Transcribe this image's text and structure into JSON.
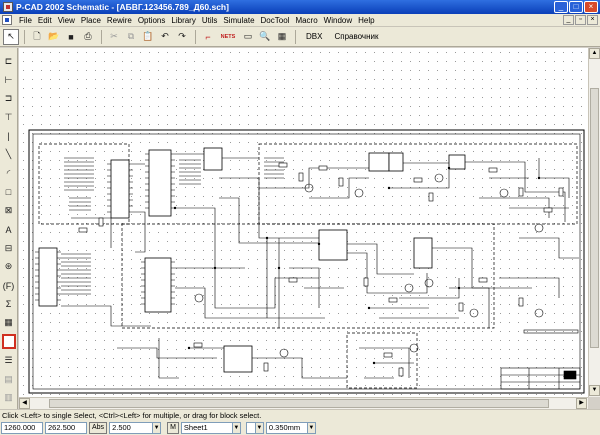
{
  "window": {
    "title": "P-CAD 2002 Schematic - [АБВГ.123456.789_Д60.sch]"
  },
  "menu": {
    "items": [
      "File",
      "Edit",
      "View",
      "Place",
      "Rewire",
      "Options",
      "Library",
      "Utils",
      "Simulate",
      "DocTool",
      "Macro",
      "Window",
      "Help"
    ]
  },
  "toolbar": {
    "dbx_label": "DBX",
    "reference_label": "Справочник",
    "nets_label": "NETS"
  },
  "status": {
    "message": "Click <Left> to single Select, <Ctrl><Left> for multiple, or drag for block select.",
    "x_coord": "1260.000",
    "y_coord": "262.500",
    "abs_label": "Abs",
    "grid": "2.500",
    "m_label": "M",
    "sheet": "Sheet1",
    "line_width": "0.350mm"
  }
}
